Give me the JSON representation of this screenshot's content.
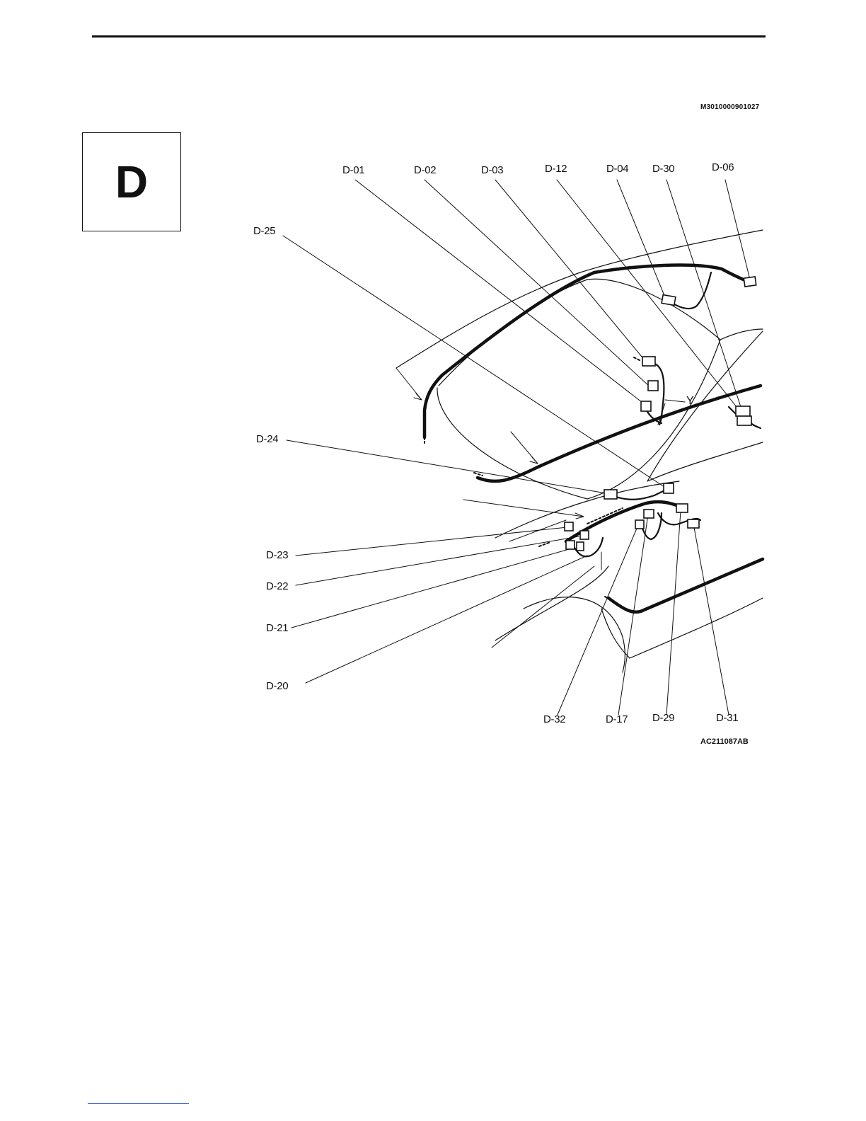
{
  "header": {
    "doc_code": "M3010000901027"
  },
  "section": {
    "letter": "D"
  },
  "figure": {
    "code": "AC211087AB"
  },
  "connectors": {
    "d01": "D-01",
    "d02": "D-02",
    "d03": "D-03",
    "d12": "D-12",
    "d04": "D-04",
    "d30": "D-30",
    "d06": "D-06",
    "d25": "D-25",
    "d24": "D-24",
    "d23": "D-23",
    "d22": "D-22",
    "d21": "D-21",
    "d20": "D-20",
    "d32": "D-32",
    "d17": "D-17",
    "d29": "D-29",
    "d31": "D-31"
  },
  "callout_letter": "Y"
}
